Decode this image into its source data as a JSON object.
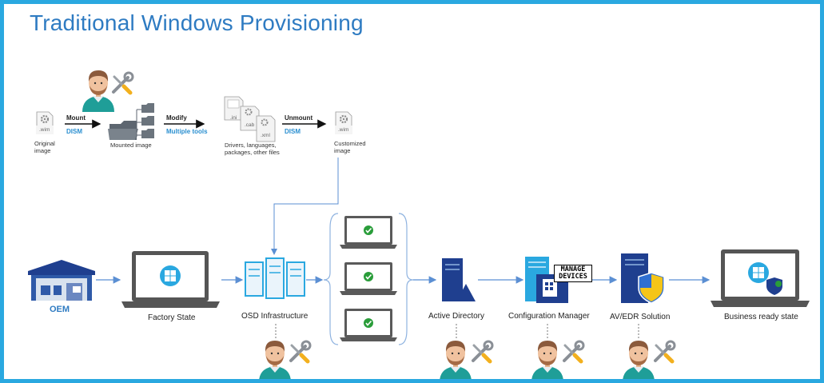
{
  "title": "Traditional Windows Provisioning",
  "top_flow": {
    "original_image": {
      "ext": ".wim",
      "label_line1": "Original",
      "label_line2": "image"
    },
    "step_mount": {
      "action": "Mount",
      "tool": "DISM"
    },
    "mounted_image": {
      "label": "Mounted image"
    },
    "step_modify": {
      "action": "Modify",
      "tool": "Multiple tools"
    },
    "files": {
      "ext1": ".ini",
      "ext2": ".cab",
      "ext3": ".xml",
      "label_line1": "Drivers, languages,",
      "label_line2": "packages, other files"
    },
    "step_unmount": {
      "action": "Unmount",
      "tool": "DISM"
    },
    "customized_image": {
      "ext": ".wim",
      "label_line1": "Customized",
      "label_line2": "image"
    }
  },
  "bottom_flow": {
    "oem": "OEM",
    "factory_state": "Factory State",
    "osd_infrastructure": "OSD Infrastructure",
    "active_directory": "Active Directory",
    "configuration_manager": "Configuration Manager",
    "av_edr": "AV/EDR Solution",
    "business_ready": "Business ready state"
  },
  "watermark": {
    "line1": "MANAGE",
    "line2": "DEVICES"
  },
  "icons": [
    "gear-icon",
    "folder-icon",
    "document-icon",
    "warehouse-icon",
    "laptop-icon",
    "windows-logo-icon",
    "server-icon",
    "check-icon",
    "shield-icon",
    "admin-person-icon",
    "tools-icon"
  ],
  "colors": {
    "accent": "#2e7bc2",
    "frame": "#2aa8e0",
    "server_blue": "#1f3f8f",
    "check_green": "#2a9d3a",
    "arrow_blue": "#5b8fd3"
  }
}
